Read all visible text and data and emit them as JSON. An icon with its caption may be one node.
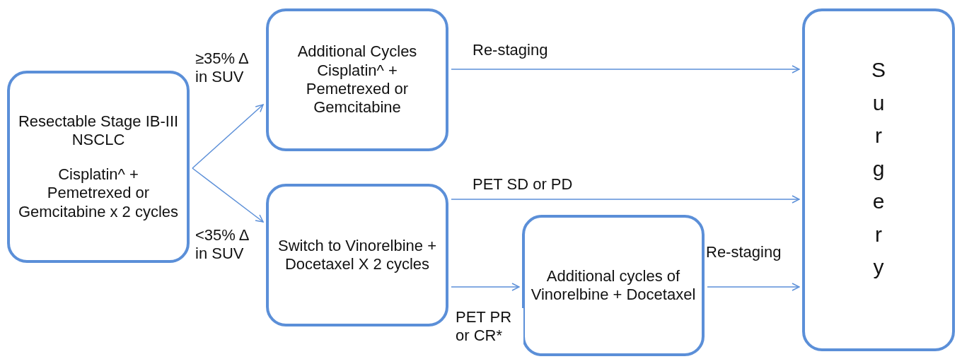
{
  "diagram": {
    "nodes": [
      {
        "text": [
          "Resectable Stage IB-III NSCLC",
          "Cisplatin^ + Pemetrexed or Gemcitabine x 2 cycles"
        ]
      },
      {
        "text": [
          "Additional Cycles Cisplatin^ + Pemetrexed or Gemcitabine"
        ]
      },
      {
        "text": [
          "Switch to Vinorelbine + Docetaxel X 2 cycles"
        ]
      },
      {
        "text": [
          "Additional cycles of Vinorelbine + Docetaxel"
        ]
      },
      {
        "text": [
          "Surgery"
        ]
      }
    ],
    "edges": [
      {
        "from": 0,
        "to": 1,
        "arrow": "to",
        "label": "≥35% Δ in SUV"
      },
      {
        "from": 0,
        "to": 2,
        "arrow": "to",
        "label": "<35% Δ in SUV"
      },
      {
        "from": 1,
        "to": 4,
        "arrow": "to",
        "label": "Re-staging"
      },
      {
        "from": 2,
        "to": 4,
        "arrow": "to",
        "label": "PET SD or PD"
      },
      {
        "from": 2,
        "to": 3,
        "arrow": "to",
        "label": "PET PR or CR*"
      },
      {
        "from": 3,
        "to": 4,
        "arrow": "to",
        "label": "Re-staging"
      }
    ]
  }
}
